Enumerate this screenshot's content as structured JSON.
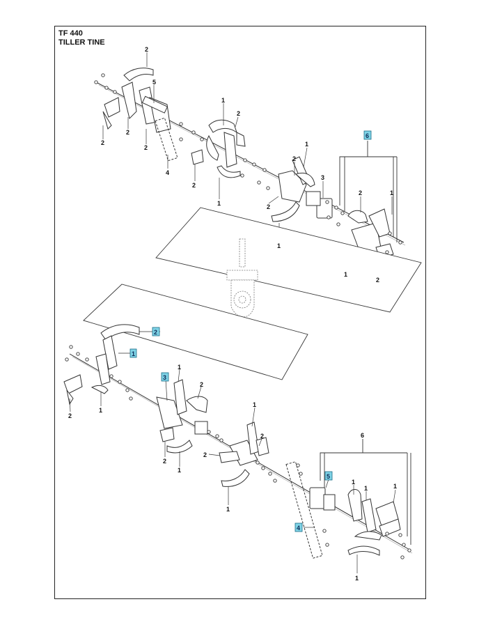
{
  "header": {
    "model": "TF 440",
    "section": "TILLER TINE"
  },
  "colors": {
    "frame": "#222222",
    "part_line": "#333333",
    "highlight_fill": "#7fd3e6",
    "highlight_border": "#1b6b86"
  },
  "callouts": {
    "top": [
      {
        "label": "2",
        "highlighted": false
      },
      {
        "label": "5",
        "highlighted": false
      },
      {
        "label": "2",
        "highlighted": false
      },
      {
        "label": "2",
        "highlighted": false
      },
      {
        "label": "2",
        "highlighted": false
      },
      {
        "label": "4",
        "highlighted": false
      },
      {
        "label": "1",
        "highlighted": false
      },
      {
        "label": "2",
        "highlighted": false
      },
      {
        "label": "2",
        "highlighted": false
      },
      {
        "label": "1",
        "highlighted": false
      },
      {
        "label": "1",
        "highlighted": false
      },
      {
        "label": "2",
        "highlighted": false
      },
      {
        "label": "3",
        "highlighted": false
      },
      {
        "label": "2",
        "highlighted": false
      },
      {
        "label": "1",
        "highlighted": false
      },
      {
        "label": "6",
        "highlighted": true
      },
      {
        "label": "2",
        "highlighted": false
      },
      {
        "label": "1",
        "highlighted": false
      },
      {
        "label": "1",
        "highlighted": false
      },
      {
        "label": "2",
        "highlighted": false
      }
    ],
    "bottom": [
      {
        "label": "2",
        "highlighted": true
      },
      {
        "label": "1",
        "highlighted": true
      },
      {
        "label": "2",
        "highlighted": false
      },
      {
        "label": "1",
        "highlighted": false
      },
      {
        "label": "3",
        "highlighted": true
      },
      {
        "label": "1",
        "highlighted": false
      },
      {
        "label": "2",
        "highlighted": false
      },
      {
        "label": "2",
        "highlighted": false
      },
      {
        "label": "1",
        "highlighted": false
      },
      {
        "label": "1",
        "highlighted": false
      },
      {
        "label": "2",
        "highlighted": false
      },
      {
        "label": "2",
        "highlighted": false
      },
      {
        "label": "1",
        "highlighted": false
      },
      {
        "label": "6",
        "highlighted": false
      },
      {
        "label": "5",
        "highlighted": true
      },
      {
        "label": "1",
        "highlighted": false
      },
      {
        "label": "1",
        "highlighted": false
      },
      {
        "label": "1",
        "highlighted": false
      },
      {
        "label": "4",
        "highlighted": true
      },
      {
        "label": "1",
        "highlighted": false
      }
    ]
  }
}
